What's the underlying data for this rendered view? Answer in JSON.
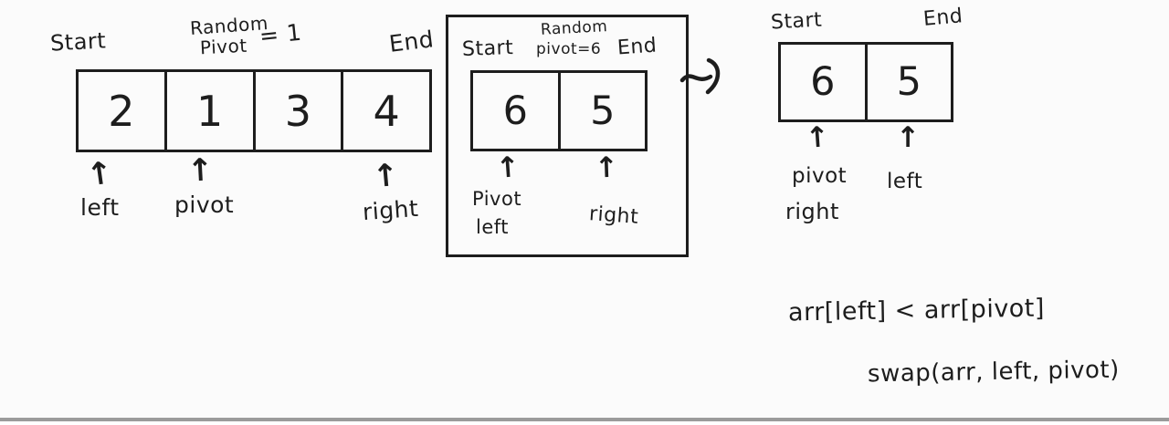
{
  "colors": {
    "ink": "#1d1d1d",
    "background": "#fbfbfb",
    "bottom_bar": "#9b9b9b"
  },
  "glyphs": {
    "up_arrow": "↑",
    "flow_arrow": "squiggly-right-arrow"
  },
  "panels": [
    {
      "name": "array-of-four",
      "start_label": "Start",
      "note_line1": "Random",
      "note_line2": "Pivot",
      "note_value": "= 1",
      "end_label": "End",
      "cells": [
        "2",
        "1",
        "3",
        "4"
      ],
      "pointers": {
        "p0": "left",
        "p1": "pivot",
        "p2": "right"
      }
    },
    {
      "name": "boxed-subarray",
      "start_label": "Start",
      "note_line1": "Random",
      "note_line2": "pivot=6",
      "end_label": "End",
      "cells": [
        "6",
        "5"
      ],
      "pointers": {
        "p0a": "Pivot",
        "p0b": "left",
        "p1": "right"
      }
    },
    {
      "name": "result-subarray",
      "start_label": "Start",
      "end_label": "End",
      "cells": [
        "6",
        "5"
      ],
      "pointers": {
        "p0a": "pivot",
        "p0b": "right",
        "p1": "left"
      }
    }
  ],
  "annotations": {
    "condition": "arr[left] < arr[pivot]",
    "swap": "swap(arr, left, pivot)"
  }
}
